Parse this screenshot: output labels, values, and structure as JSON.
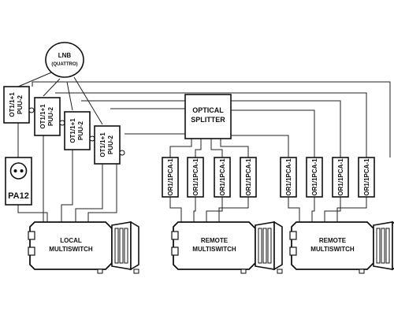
{
  "lnb": {
    "line1": "LNB",
    "line2": "(QUATTRO)"
  },
  "splitter": {
    "line1": "OPTICAL",
    "line2": "SPLITTER"
  },
  "transmitters": [
    {
      "line1": "OT1/1+1",
      "line2": "PUU-2"
    },
    {
      "line1": "OT1/1+1",
      "line2": "PUU-2"
    },
    {
      "line1": "OT1/1+1",
      "line2": "PUU-2"
    },
    {
      "line1": "OT1/1+1",
      "line2": "PUU-2"
    }
  ],
  "receivers": [
    "OR1/1PCA-1",
    "OR1/1PCA-1",
    "OR1/1PCA-1",
    "OR1/1PCA-1",
    "OR1/1PCA-1",
    "OR1/1PCA-1",
    "OR1/1PCA-1",
    "OR1/1PCA-1"
  ],
  "power_supply": {
    "label": "PA12"
  },
  "multiswitches": [
    {
      "line1": "LOCAL",
      "line2": "MULTISWITCH"
    },
    {
      "line1": "REMOTE",
      "line2": "MULTISWITCH"
    },
    {
      "line1": "REMOTE",
      "line2": "MULTISWITCH"
    }
  ]
}
